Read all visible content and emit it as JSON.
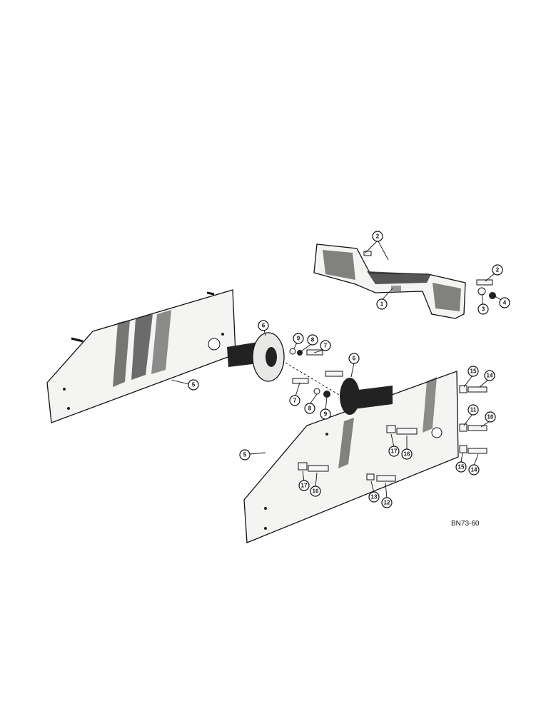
{
  "drawing_code": "BN73-60",
  "callouts": [
    {
      "id": "c1",
      "label": "1"
    },
    {
      "id": "c2a",
      "label": "2"
    },
    {
      "id": "c2b",
      "label": "2"
    },
    {
      "id": "c3",
      "label": "3"
    },
    {
      "id": "c4",
      "label": "4"
    },
    {
      "id": "c5a",
      "label": "5"
    },
    {
      "id": "c5b",
      "label": "5"
    },
    {
      "id": "c6a",
      "label": "6"
    },
    {
      "id": "c6b",
      "label": "6"
    },
    {
      "id": "c7a",
      "label": "7"
    },
    {
      "id": "c7b",
      "label": "7"
    },
    {
      "id": "c8a",
      "label": "8"
    },
    {
      "id": "c8b",
      "label": "8"
    },
    {
      "id": "c9a",
      "label": "9"
    },
    {
      "id": "c9b",
      "label": "9"
    },
    {
      "id": "c10",
      "label": "10"
    },
    {
      "id": "c11",
      "label": "11"
    },
    {
      "id": "c12",
      "label": "12"
    },
    {
      "id": "c13",
      "label": "13"
    },
    {
      "id": "c14a",
      "label": "14"
    },
    {
      "id": "c14b",
      "label": "14"
    },
    {
      "id": "c15a",
      "label": "15"
    },
    {
      "id": "c15b",
      "label": "15"
    },
    {
      "id": "c16a",
      "label": "16"
    },
    {
      "id": "c16b",
      "label": "16"
    },
    {
      "id": "c17a",
      "label": "17"
    },
    {
      "id": "c17b",
      "label": "17"
    }
  ]
}
